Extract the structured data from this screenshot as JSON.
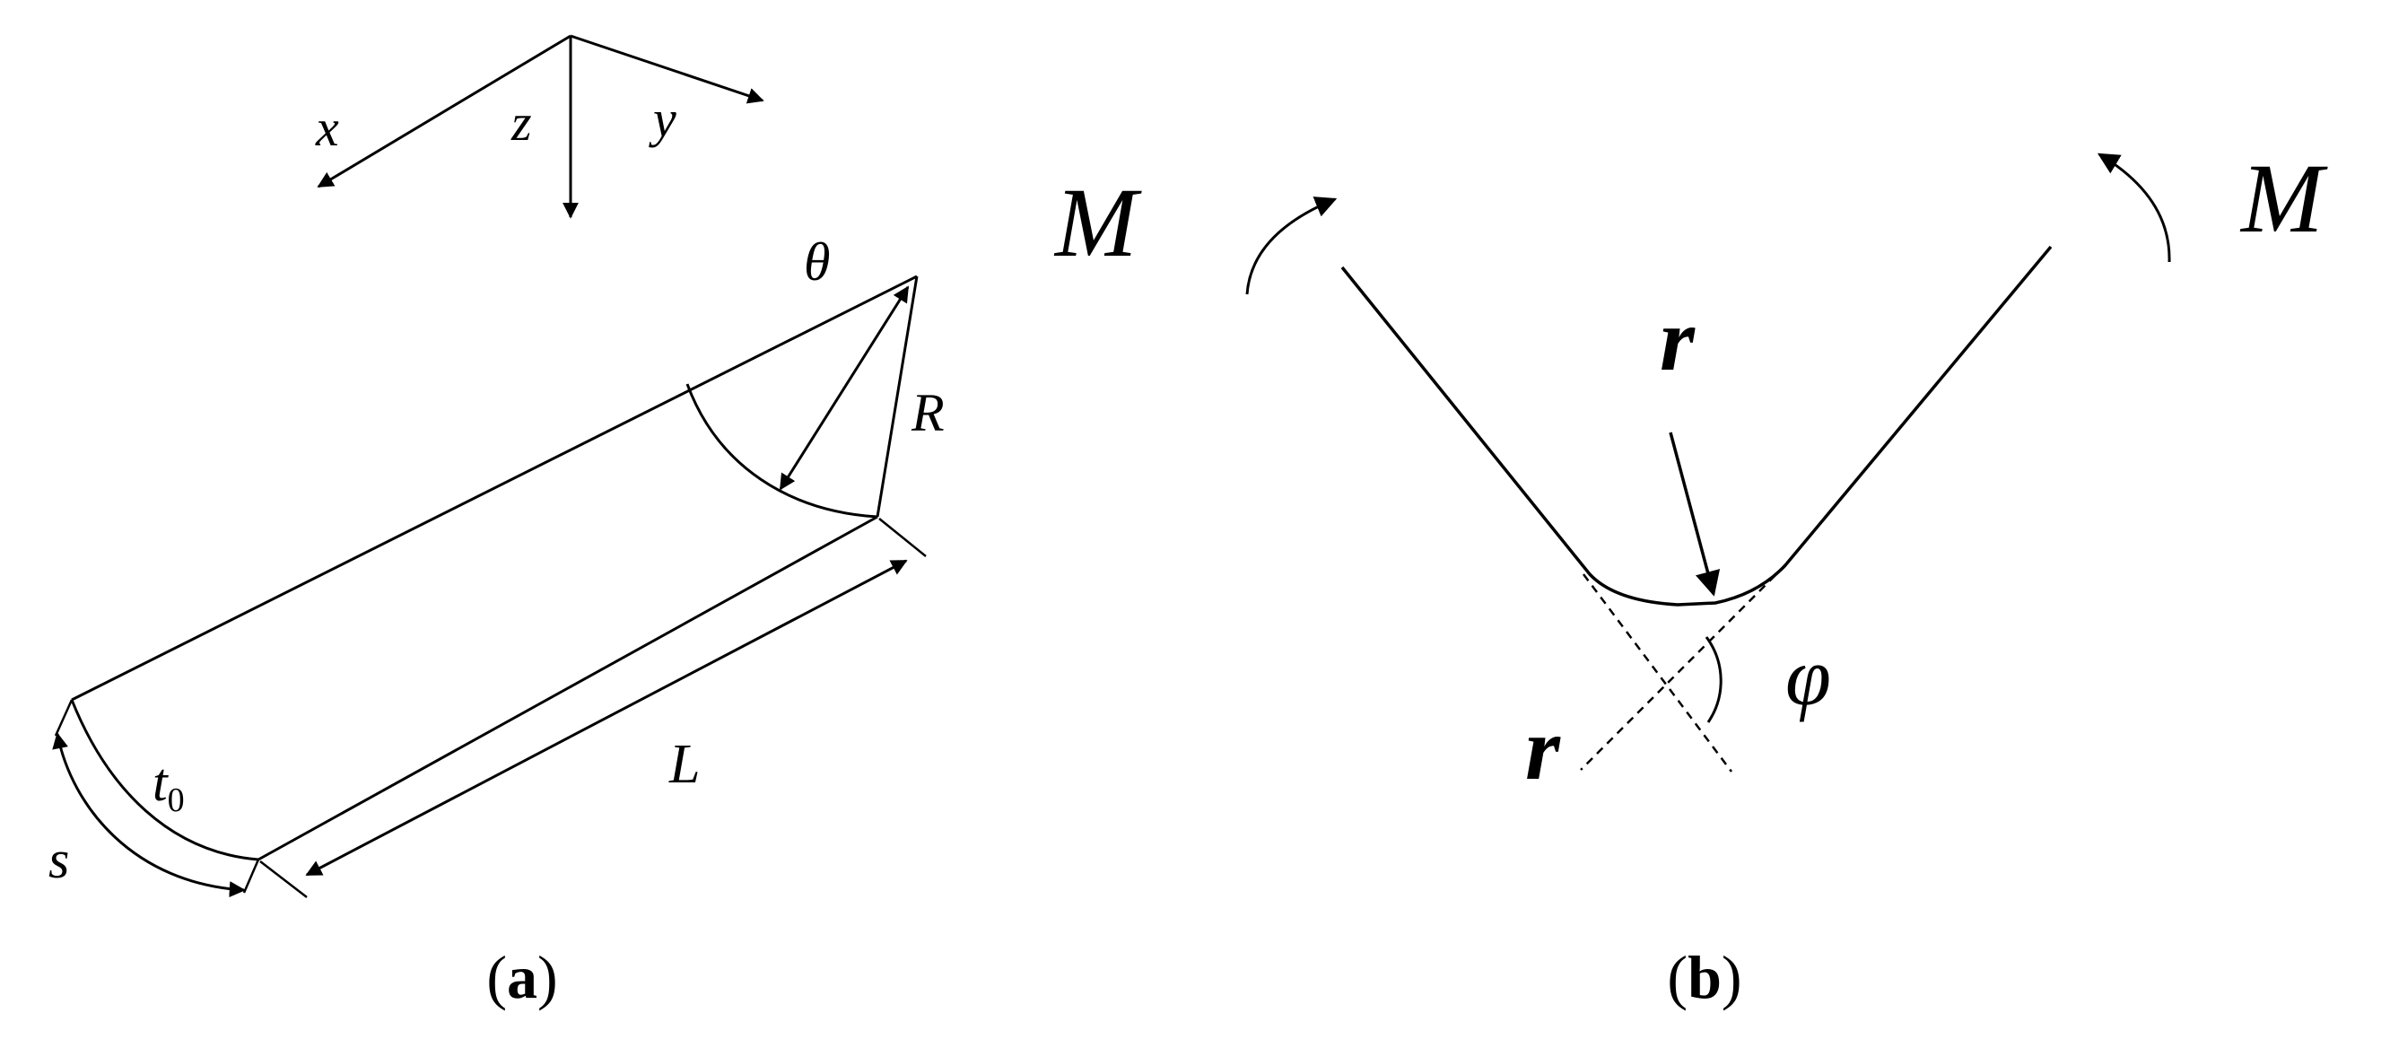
{
  "panel_a": {
    "caption_open": "(",
    "caption_letter": "a",
    "caption_close": ")",
    "axis_x": "x",
    "axis_y": "y",
    "axis_z": "z",
    "angle": "θ",
    "radius": "R",
    "length": "L",
    "arc_length": "s",
    "thickness_base": "t",
    "thickness_sub": "0"
  },
  "panel_b": {
    "caption_open": "(",
    "caption_letter": "b",
    "caption_close": ")",
    "moment_left": "M",
    "moment_right": "M",
    "radius_top": "r",
    "radius_bottom": "r",
    "angle": "φ"
  }
}
